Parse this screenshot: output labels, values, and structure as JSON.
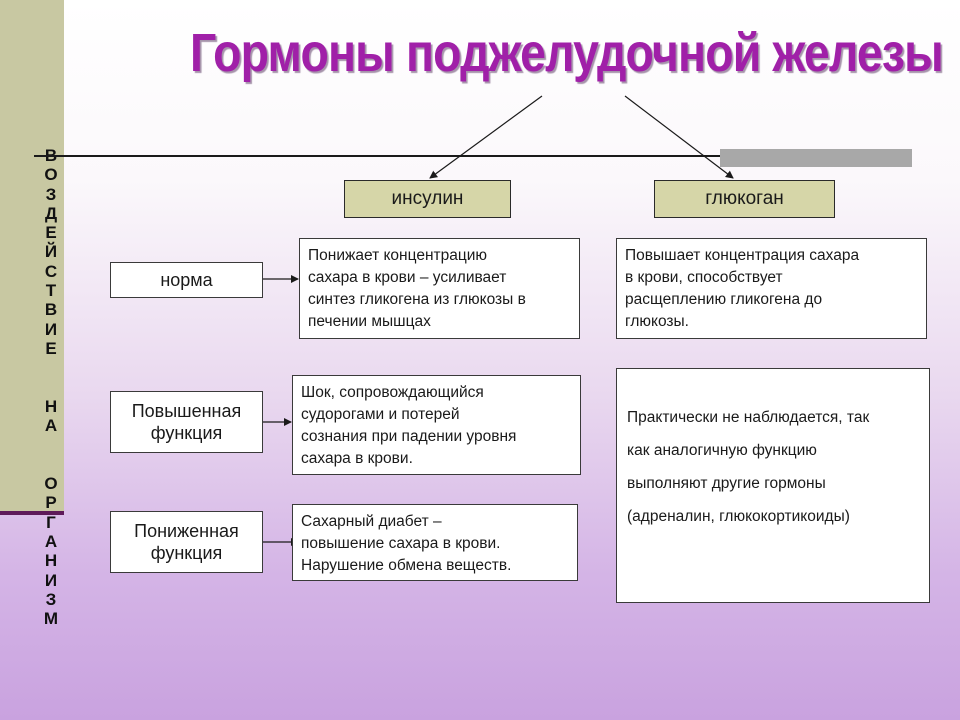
{
  "title": "Гормоны  поджелудочной железы",
  "side_label": "ВОЗДЕЙСТВИЕ  НА  ОРГАНИЗМ",
  "hormones": {
    "insulin": "инсулин",
    "glucagon": "глюкоган"
  },
  "rows": {
    "norm": "норма",
    "increased": "Повышенная\nфункция",
    "decreased": "Пониженная\nфункция"
  },
  "insulin_effects": {
    "norm": "Понижает концентрацию\nсахара в крови – усиливает\nсинтез гликогена из глюкозы в\nпечении мышцах",
    "increased": "Шок, сопровождающийся\nсудорогами и потерей\nсознания при падении уровня\nсахара в крови.",
    "decreased": "Сахарный диабет –\nповышение сахара в крови.\nНарушение обмена веществ."
  },
  "glucagon_effects": {
    "norm": "Повышает концентрация сахара\nв крови, способствует\nрасщеплению гликогена до\nглюкозы.",
    "abnormal": "Практически не наблюдается, так\nкак аналогичную функцию\nвыполняют другие гормоны\n(адреналин, глюкокортикоиды)"
  },
  "colors": {
    "title": "#a020a8",
    "sidebar": "#c8c8a2",
    "hormone_box": "#d6d6a8"
  }
}
